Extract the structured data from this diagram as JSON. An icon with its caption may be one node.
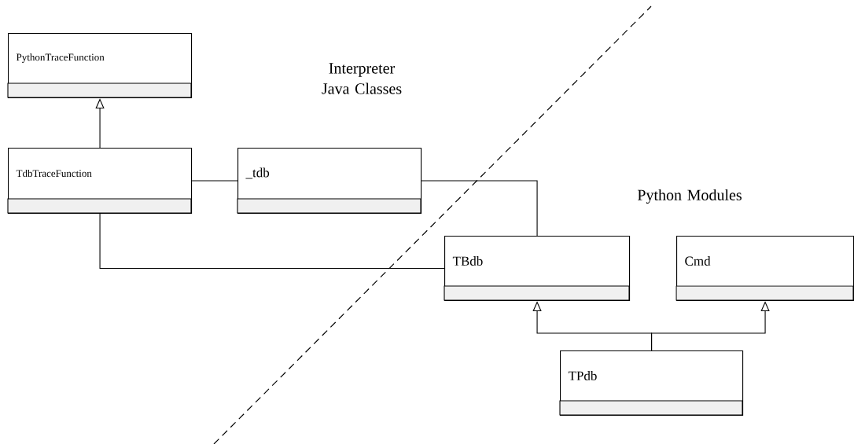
{
  "diagram": {
    "nodes": [
      {
        "text": [
          "PythonTraceFunction"
        ]
      },
      {
        "text": [
          "TdbTraceFunction"
        ]
      },
      {
        "text": [
          "_tdb"
        ]
      },
      {
        "text": [
          "TBdb"
        ]
      },
      {
        "text": [
          "Cmd"
        ]
      },
      {
        "text": [
          "TPdb"
        ]
      }
    ],
    "edges": [
      {
        "from": 1,
        "to": 0,
        "arrow": "to"
      },
      {
        "from": 1,
        "to": 2,
        "arrow": "none"
      },
      {
        "from": 2,
        "to": 3,
        "arrow": "none"
      },
      {
        "from": 1,
        "to": 3,
        "arrow": "none"
      },
      {
        "from": 5,
        "to": 3,
        "arrow": "to"
      },
      {
        "from": 5,
        "to": 4,
        "arrow": "to"
      }
    ],
    "labels": [
      "Interpreter Java Classes",
      "Python Modules"
    ]
  }
}
